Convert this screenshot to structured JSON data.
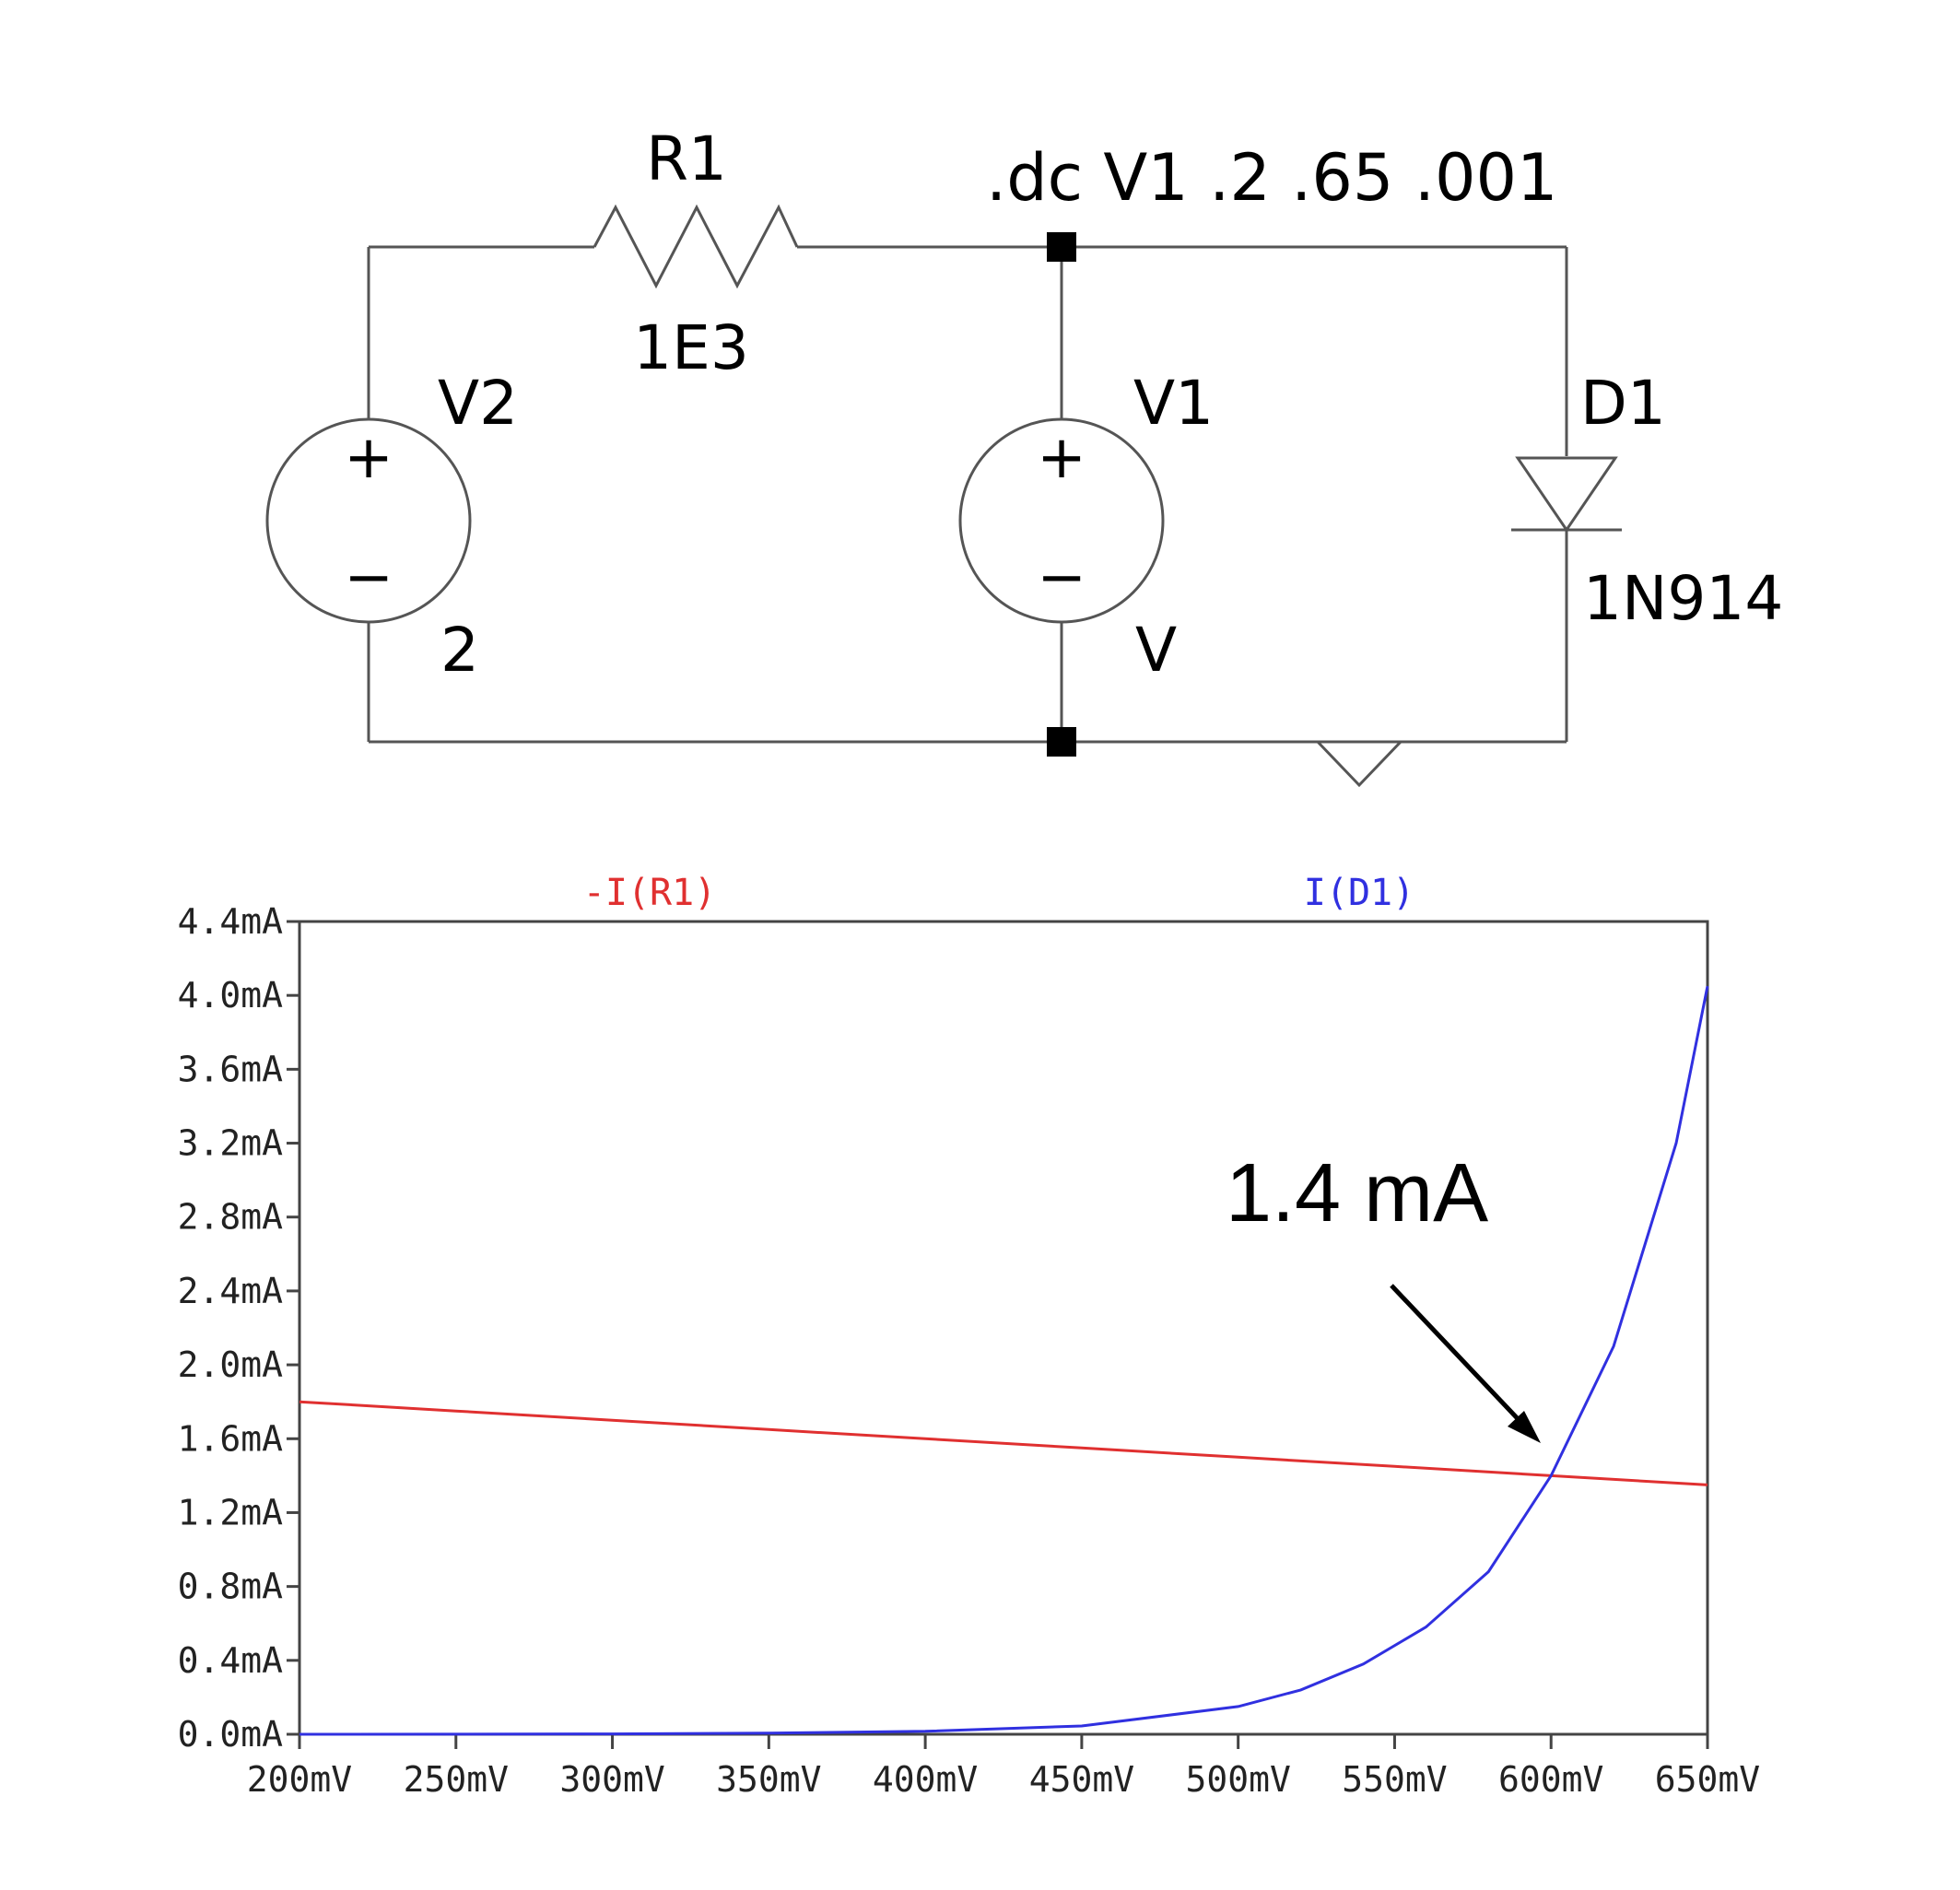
{
  "schematic": {
    "directive": ".dc V1 .2 .65 .001",
    "components": {
      "r1": {
        "name": "R1",
        "value": "1E3"
      },
      "v2": {
        "name": "V2",
        "value": "2",
        "plus": "+",
        "minus": "−"
      },
      "v1": {
        "name": "V1",
        "value": "V",
        "plus": "+",
        "minus": "−"
      },
      "d1": {
        "name": "D1",
        "value": "1N914"
      }
    }
  },
  "chart_data": {
    "type": "line",
    "x_ticks": [
      "200mV",
      "250mV",
      "300mV",
      "350mV",
      "400mV",
      "450mV",
      "500mV",
      "550mV",
      "600mV",
      "650mV"
    ],
    "y_ticks": [
      "0.0mA",
      "0.4mA",
      "0.8mA",
      "1.2mA",
      "1.6mA",
      "2.0mA",
      "2.4mA",
      "2.8mA",
      "3.2mA",
      "3.6mA",
      "4.0mA",
      "4.4mA"
    ],
    "xlim": [
      0.2,
      0.65
    ],
    "ylim": [
      0,
      4.4
    ],
    "grid": false,
    "series": [
      {
        "name": "-I(R1)",
        "color": "#e03030",
        "x": [
          0.2,
          0.25,
          0.3,
          0.35,
          0.4,
          0.45,
          0.5,
          0.55,
          0.6,
          0.65
        ],
        "y": [
          1.8,
          1.75,
          1.7,
          1.65,
          1.6,
          1.55,
          1.5,
          1.45,
          1.4,
          1.35
        ]
      },
      {
        "name": "I(D1)",
        "color": "#3030e0",
        "x": [
          0.2,
          0.25,
          0.3,
          0.35,
          0.4,
          0.45,
          0.5,
          0.52,
          0.54,
          0.56,
          0.58,
          0.6,
          0.62,
          0.64,
          0.65
        ],
        "y": [
          0.0,
          0.0005,
          0.002,
          0.006,
          0.016,
          0.045,
          0.15,
          0.24,
          0.38,
          0.58,
          0.88,
          1.4,
          2.1,
          3.2,
          4.05
        ]
      }
    ],
    "annotation": {
      "text": "1.4 mA"
    }
  }
}
